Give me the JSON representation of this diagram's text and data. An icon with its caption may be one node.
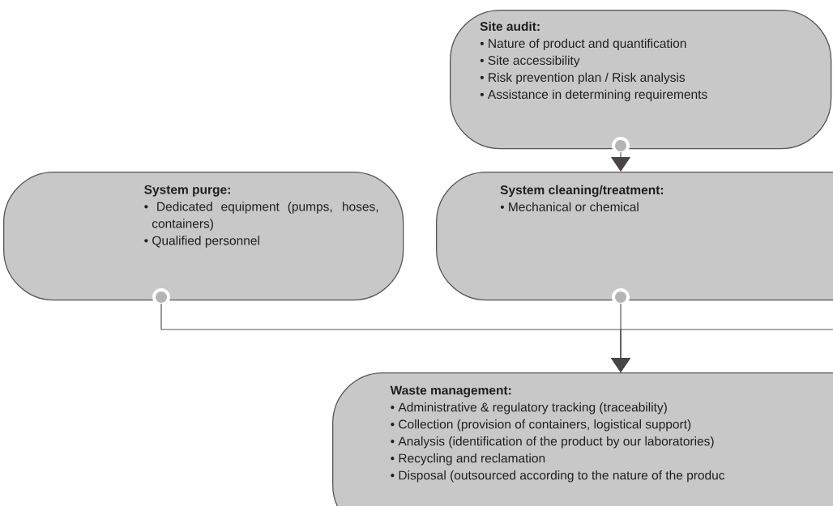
{
  "diagram": {
    "nodes": [
      {
        "text": [
          "Site audit:",
          "• Nature of product and quantification",
          "• Site accessibility",
          "• Risk prevention plan / Risk analysis",
          "• Assistance in determining requirements"
        ]
      },
      {
        "text": [
          "System purge:",
          "• Dedicated equipment (pumps, hoses, containers)",
          "• Qualified personnel"
        ]
      },
      {
        "text": [
          "System cleaning/treatment:",
          "• Mechanical or chemical"
        ]
      },
      {
        "text": [
          "Waste management:",
          "• Administrative & regulatory tracking (traceability)",
          "• Collection (provision of containers, logistical support)",
          "• Analysis (identification of the product by our laboratories)",
          "• Recycling and reclamation",
          "• Disposal (outsourced according to the nature of the produc"
        ]
      }
    ],
    "edges": [
      {
        "from": 0,
        "to": 2,
        "arrow": "to"
      },
      {
        "from": 1,
        "to": 3,
        "arrow": "to"
      },
      {
        "from": 2,
        "to": 3,
        "arrow": "to"
      },
      {
        "from": null,
        "to": 3,
        "arrow": "to"
      }
    ]
  }
}
